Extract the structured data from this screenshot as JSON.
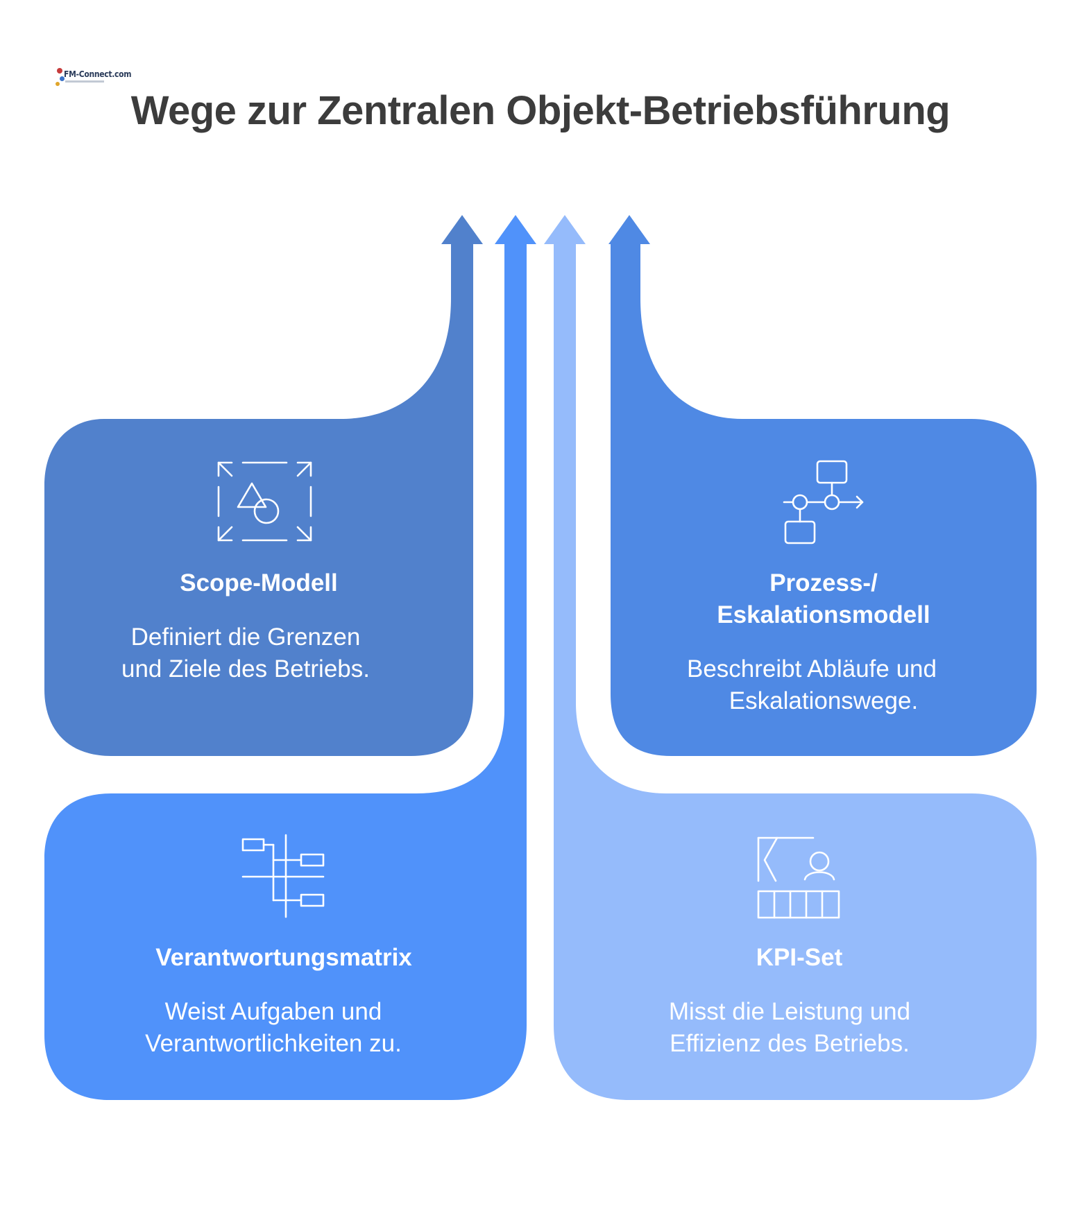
{
  "logo": {
    "text": "FM-Connect.com"
  },
  "title": "Wege zur Zentralen Objekt-Betriebsführung",
  "colors": {
    "scope": "#5181cc",
    "prozess": "#4f89e4",
    "verantwortung": "#5092fa",
    "kpi": "#95bbfb",
    "title_text": "#3c3c3c"
  },
  "cards": {
    "scope": {
      "title": "Scope-Modell",
      "desc_line1": "Definiert die Grenzen",
      "desc_line2": "und Ziele des Betriebs.",
      "icon": "scope-frame-shapes-icon"
    },
    "prozess": {
      "title_line1": "Prozess-/",
      "title_line2": "Eskalationsmodell",
      "desc_line1": "Beschreibt Abläufe und",
      "desc_line2": "Eskalationswege.",
      "icon": "process-flow-icon"
    },
    "verantwortung": {
      "title": "Verantwortungsmatrix",
      "desc_line1": "Weist Aufgaben und",
      "desc_line2": "Verantwortlichkeiten zu.",
      "icon": "responsibility-tree-icon"
    },
    "kpi": {
      "title": "KPI-Set",
      "desc_line1": "Misst die Leistung und",
      "desc_line2": "Effizienz des Betriebs.",
      "icon": "kpi-board-icon"
    }
  }
}
